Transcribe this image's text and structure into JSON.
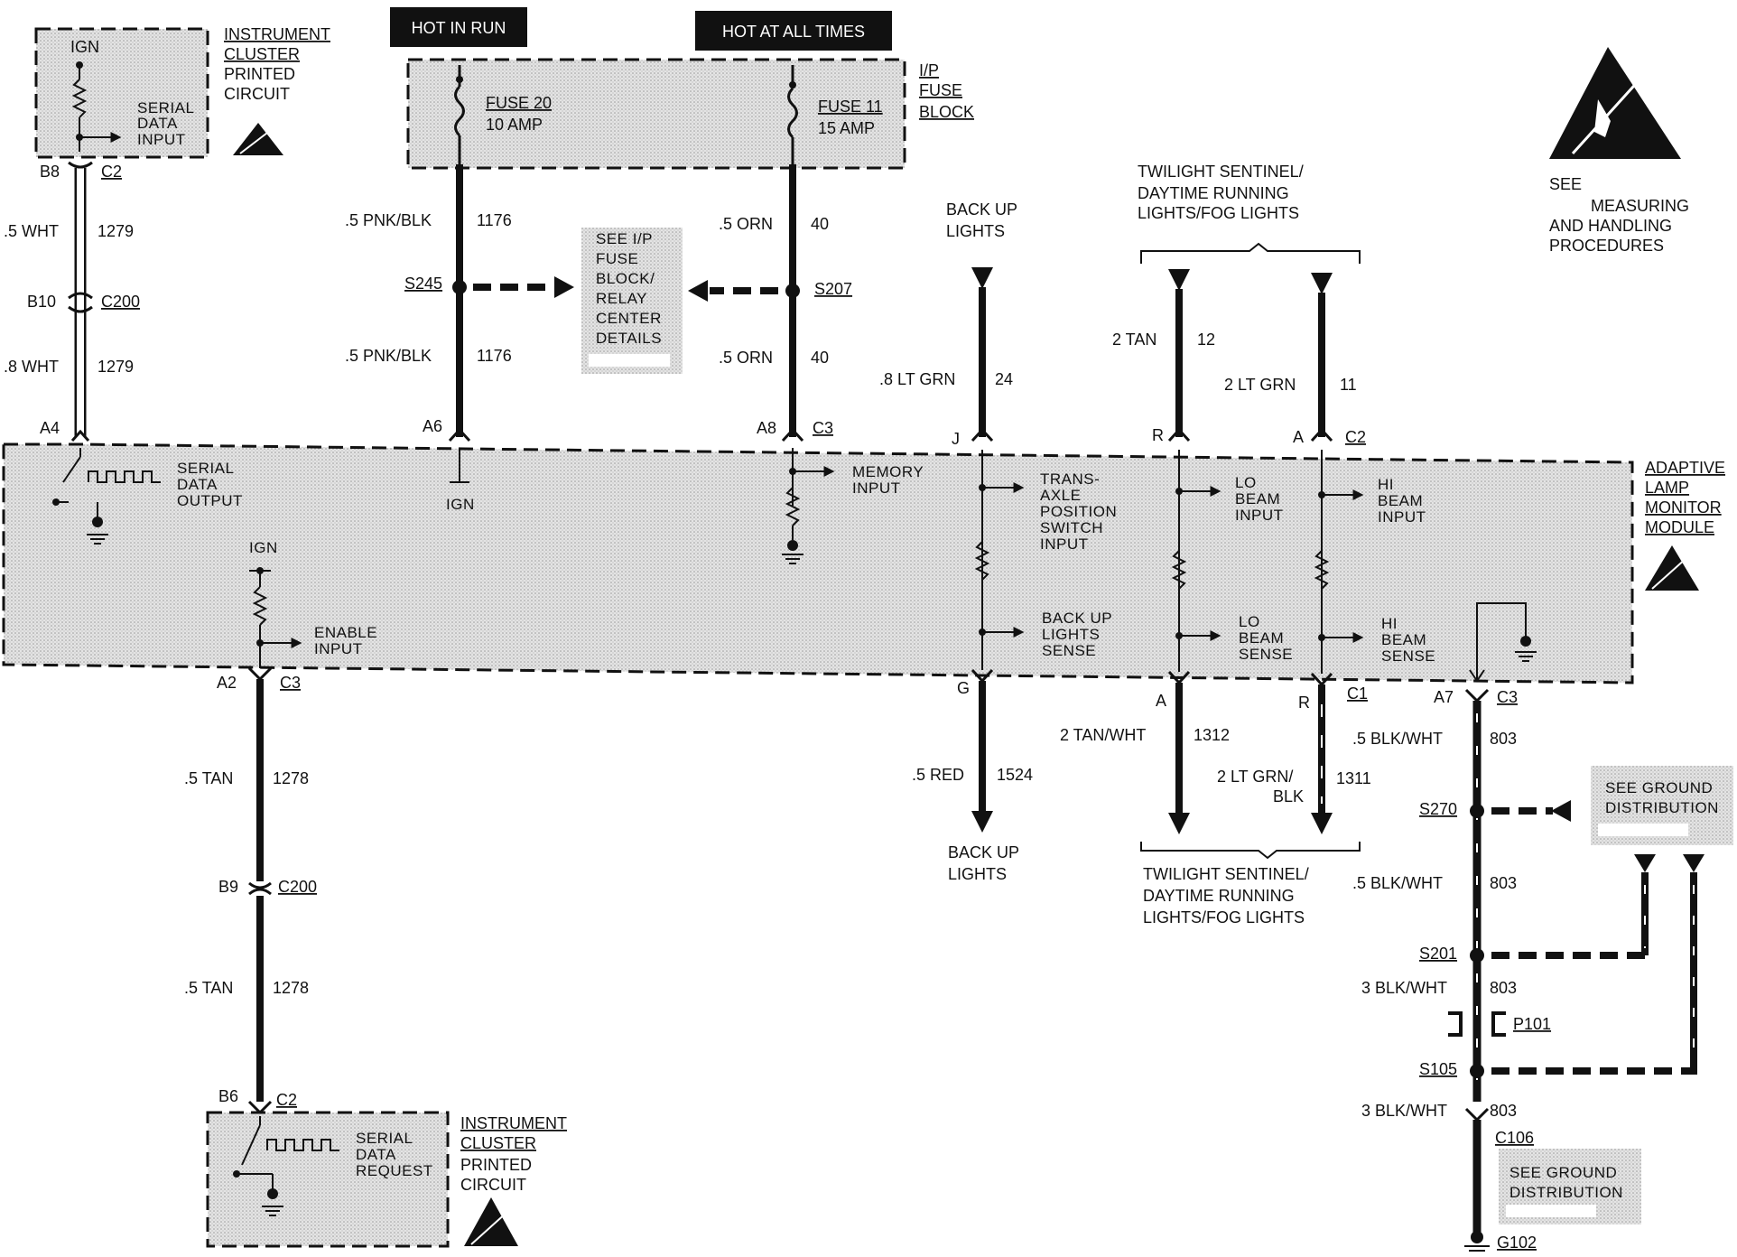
{
  "headers": {
    "hot_in_run": "HOT IN RUN",
    "hot_at_all_times": "HOT AT ALL TIMES"
  },
  "fuse_block": {
    "title": [
      "I/P",
      "FUSE",
      "BLOCK"
    ],
    "fuse20": [
      "FUSE 20",
      "10 AMP"
    ],
    "fuse11": [
      "FUSE 11",
      "15 AMP"
    ]
  },
  "esd_note": [
    "SEE",
    "MEASURING",
    "AND HANDLING",
    "PROCEDURES"
  ],
  "cluster_top": {
    "title": [
      "INSTRUMENT",
      "CLUSTER",
      "PRINTED",
      "CIRCUIT"
    ],
    "ign": "IGN",
    "serial_data_input": [
      "SERIAL",
      "DATA",
      "INPUT"
    ]
  },
  "cluster_bottom": {
    "title": [
      "INSTRUMENT",
      "CLUSTER",
      "PRINTED",
      "CIRCUIT"
    ],
    "serial_data_request": [
      "SERIAL",
      "DATA",
      "REQUEST"
    ]
  },
  "module": {
    "title": [
      "ADAPTIVE",
      "LAMP",
      "MONITOR",
      "MODULE"
    ],
    "serial_data_output": [
      "SERIAL",
      "DATA",
      "OUTPUT"
    ],
    "ign": "IGN",
    "ign2": "IGN",
    "memory_input": [
      "MEMORY",
      "INPUT"
    ],
    "enable_input": [
      "ENABLE",
      "INPUT"
    ],
    "transaxle": [
      "TRANS-",
      "AXLE",
      "POSITION",
      "SWITCH",
      "INPUT"
    ],
    "backup_sense": [
      "BACK UP",
      "LIGHTS",
      "SENSE"
    ],
    "lo_beam_input": [
      "LO",
      "BEAM",
      "INPUT"
    ],
    "lo_beam_sense": [
      "LO",
      "BEAM",
      "SENSE"
    ],
    "hi_beam_input": [
      "HI",
      "BEAM",
      "INPUT"
    ],
    "hi_beam_sense": [
      "HI",
      "BEAM",
      "SENSE"
    ]
  },
  "notes": {
    "see_ip_fuse": [
      "SEE I/P",
      "FUSE",
      "BLOCK/",
      "RELAY",
      "CENTER",
      "DETAILS"
    ],
    "back_up_lights_top": [
      "BACK UP",
      "LIGHTS"
    ],
    "back_up_lights_bottom": [
      "BACK UP",
      "LIGHTS"
    ],
    "twilight_top": [
      "TWILIGHT SENTINEL/",
      "DAYTIME RUNNING",
      "LIGHTS/FOG LIGHTS"
    ],
    "twilight_bottom": [
      "TWILIGHT SENTINEL/",
      "DAYTIME RUNNING",
      "LIGHTS/FOG LIGHTS"
    ],
    "see_ground_1": [
      "SEE GROUND",
      "DISTRIBUTION"
    ],
    "see_ground_2": [
      "SEE GROUND",
      "DISTRIBUTION"
    ]
  },
  "wires": {
    "w1279_a": ".5 WHT",
    "n1279_a": "1279",
    "w1279_b": ".8 WHT",
    "n1279_b": "1279",
    "w1176_a": ".5 PNK/BLK",
    "n1176_a": "1176",
    "w1176_b": ".5 PNK/BLK",
    "n1176_b": "1176",
    "w40_a": ".5 ORN",
    "n40_a": "40",
    "w40_b": ".5 ORN",
    "n40_b": "40",
    "w24": ".8 LT GRN",
    "n24": "24",
    "w12": "2 TAN",
    "n12": "12",
    "w11": "2 LT GRN",
    "n11": "11",
    "w1278_a": ".5 TAN",
    "n1278_a": "1278",
    "w1278_b": ".5 TAN",
    "n1278_b": "1278",
    "w1524": ".5 RED",
    "n1524": "1524",
    "w1312": "2 TAN/WHT",
    "n1312": "1312",
    "w1311": [
      "2 LT GRN/",
      "BLK"
    ],
    "n1311": "1311",
    "w803_a": ".5 BLK/WHT",
    "n803_a": "803",
    "w803_b": ".5 BLK/WHT",
    "n803_b": "803",
    "w803_c": "3 BLK/WHT",
    "n803_c": "803",
    "w803_d": "3 BLK/WHT",
    "n803_d": "803"
  },
  "connectors": {
    "b8": "B8",
    "c2_top": "C2",
    "b10": "B10",
    "c200_top": "C200",
    "a4": "A4",
    "a6": "A6",
    "a8": "A8",
    "c3_top": "C3",
    "j": "J",
    "r_top": "R",
    "a_top": "A",
    "c2_right": "C2",
    "a2": "A2",
    "c3_left": "C3",
    "g": "G",
    "a_bot": "A",
    "r_bot": "R",
    "c1": "C1",
    "a7": "A7",
    "c3_right": "C3",
    "b9": "B9",
    "c200_bot": "C200",
    "b6": "B6",
    "c2_bot": "C2",
    "c106": "C106",
    "p101": "P101",
    "g102": "G102"
  },
  "splices": {
    "s245": "S245",
    "s207": "S207",
    "s270": "S270",
    "s201": "S201",
    "s105": "S105"
  }
}
